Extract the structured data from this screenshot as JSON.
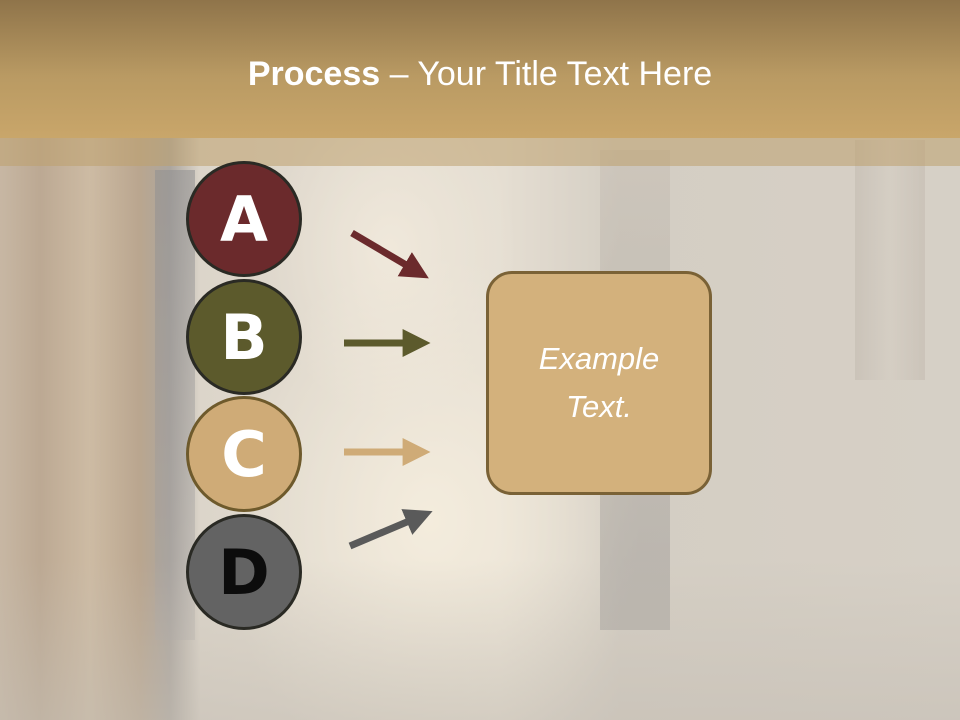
{
  "slide": {
    "title_bold": "Process",
    "title_rest": " – Your Title Text Here"
  },
  "steps": [
    {
      "letter": "A",
      "color": "#6b2a2c",
      "arrow_color": "#6b2a2c"
    },
    {
      "letter": "B",
      "color": "#5c5a2c",
      "arrow_color": "#5c5a2c"
    },
    {
      "letter": "C",
      "color": "#cfab77",
      "arrow_color": "#cfab77"
    },
    {
      "letter": "D",
      "color": "#636363",
      "arrow_color": "#5a5a5a"
    }
  ],
  "box": {
    "text": "Example Text.",
    "color": "#d3b17c"
  },
  "header_color": "#b99a63"
}
